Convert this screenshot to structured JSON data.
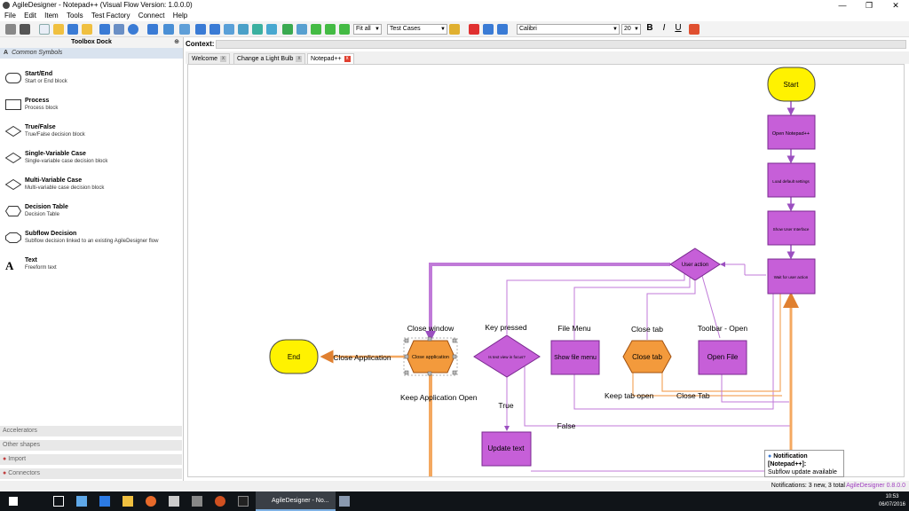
{
  "window": {
    "title": "AgileDesigner - Notepad++ (Visual Flow Version: 1.0.0.0)",
    "minimize": "—",
    "maximize": "❐",
    "close": "✕"
  },
  "menu": [
    "File",
    "Edit",
    "Item",
    "Tools",
    "Test Factory",
    "Connect",
    "Help"
  ],
  "toolbar": {
    "zoom": "Fit all",
    "mode": "Test Cases",
    "font": "Calibri",
    "font_size": "20",
    "bold": "B",
    "italic": "I",
    "underline": "U"
  },
  "dock": {
    "title": "Toolbox Dock",
    "pin": "⊕",
    "section": "Common Symbols",
    "items": [
      {
        "name": "Start/End",
        "desc": "Start or End block"
      },
      {
        "name": "Process",
        "desc": "Process block"
      },
      {
        "name": "True/False",
        "desc": "True/False decision block"
      },
      {
        "name": "Single-Variable Case",
        "desc": "Single-variable case decision block"
      },
      {
        "name": "Multi-Variable Case",
        "desc": "Multi-variable case decision block"
      },
      {
        "name": "Decision Table",
        "desc": "Decision Table"
      },
      {
        "name": "Subflow Decision",
        "desc": "Subflow decision linked to an existing AgileDesigner flow"
      },
      {
        "name": "Text",
        "desc": "Freeform text"
      }
    ],
    "accordions": [
      "Accelerators",
      "Other shapes",
      "Import",
      "Connectors"
    ]
  },
  "context": {
    "label": "Context:"
  },
  "tabs": [
    "Welcome",
    "Change a Light Bulb",
    "Notepad++"
  ],
  "flow": {
    "nodes": {
      "start": "Start",
      "open": "Open Notepad++",
      "load": "Load default settings",
      "show": "Show User Interface",
      "wait": "Wait for user action",
      "user_action": "User action",
      "end": "End",
      "close_app": "Close application",
      "text_focus": "Is text view in focus?",
      "show_menu": "Show file menu",
      "close_tab": "Close tab",
      "open_file": "Open File",
      "update_text": "Update text"
    },
    "edges": {
      "close_window": "Close window",
      "key_pressed": "Key pressed",
      "file_menu": "File Menu",
      "close_tab_top": "Close tab",
      "toolbar_open": "Toolbar - Open",
      "close_application": "Close Application",
      "keep_open": "Keep Application Open",
      "keep_tab": "Keep tab open",
      "close_tab_edge": "Close Tab",
      "true": "True",
      "false": "False"
    }
  },
  "notification": {
    "title": "Notification [Notepad++]:",
    "body": "Subflow update available"
  },
  "status": {
    "notifications": "Notifications: 3 new, 3 total",
    "version": "AgileDesigner 0.8.0.0"
  },
  "taskbar": {
    "app": "AgileDesigner - No...",
    "time": "10:53",
    "date": "06/07/2016"
  },
  "colors": {
    "accent": "#a040c0",
    "purple_node": "#c65fd8",
    "yellow_node": "#fff200",
    "orange_node": "#f39a3c",
    "edge_purple": "#c07ad8",
    "edge_orange": "#f4a860"
  }
}
